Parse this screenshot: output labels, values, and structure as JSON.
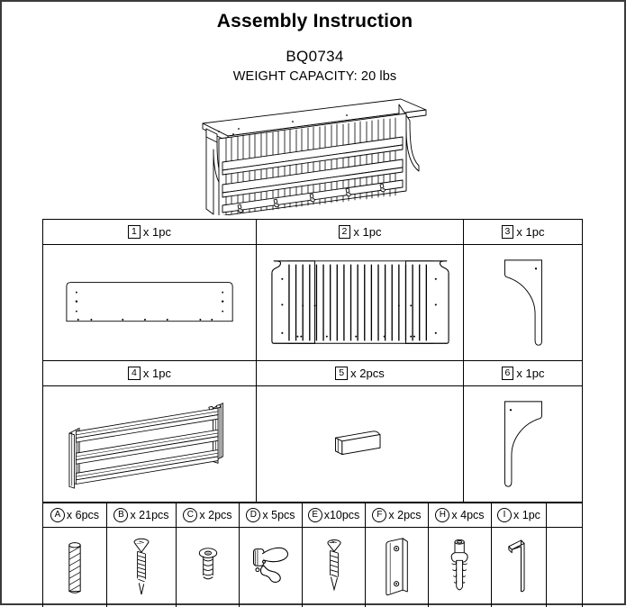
{
  "header": {
    "title": "Assembly Instruction",
    "model": "BQ0734",
    "capacity": "WEIGHT CAPACITY: 20 lbs"
  },
  "hero": {
    "name": "assembled-wall-shelf-coat-rack",
    "description": "Wall mounted slatted coat rack shelf with top shelf, curved side brackets and five hooks"
  },
  "parts_table": {
    "rows": [
      {
        "cells": [
          {
            "num": "1",
            "qty": "x 1pc",
            "icon": "top-shelf-board"
          },
          {
            "num": "2",
            "qty": "x 1pc",
            "icon": "slatted-back-panel"
          },
          {
            "num": "3",
            "qty": "x 1pc",
            "icon": "right-curved-bracket"
          }
        ]
      },
      {
        "cells": [
          {
            "num": "4",
            "qty": "x 1pc",
            "icon": "rail-frame-assembly"
          },
          {
            "num": "5",
            "qty": "x 2pcs",
            "icon": "spacer-block"
          },
          {
            "num": "6",
            "qty": "x 1pc",
            "icon": "left-curved-bracket"
          }
        ]
      }
    ]
  },
  "hardware_table": {
    "items": [
      {
        "letter": "A",
        "qty": "x 6pcs",
        "icon": "wooden-dowel"
      },
      {
        "letter": "B",
        "qty": "x 21pcs",
        "icon": "long-flat-head-screw"
      },
      {
        "letter": "C",
        "qty": "x 2pcs",
        "icon": "short-hex-bolt"
      },
      {
        "letter": "D",
        "qty": "x 5pcs",
        "icon": "coat-hook"
      },
      {
        "letter": "E",
        "qty": "x10pcs",
        "icon": "wood-screw"
      },
      {
        "letter": "F",
        "qty": "x 2pcs",
        "icon": "mounting-bracket-plate"
      },
      {
        "letter": "H",
        "qty": "x 4pcs",
        "icon": "wall-anchor"
      },
      {
        "letter": "I",
        "qty": "x 1pc",
        "icon": "hex-allen-key"
      }
    ]
  },
  "colors": {
    "line": "#000000",
    "border": "#3a3a3a",
    "background": "#ffffff"
  }
}
